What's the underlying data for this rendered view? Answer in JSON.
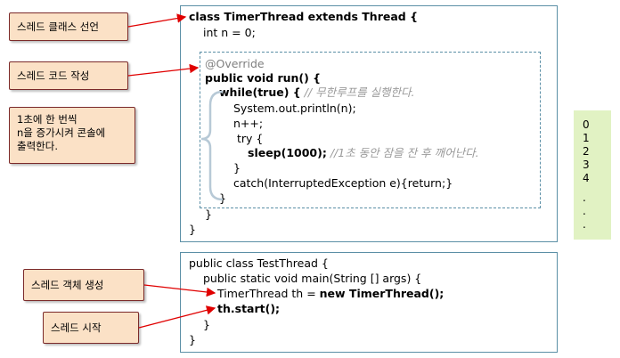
{
  "labels": {
    "thread_class_decl": "스레드 클래스 선언",
    "thread_code": "스레드 코드 작성",
    "loop_note": [
      "1초에 한 번씩",
      "n을 증가시켜 콘솔에",
      "출력한다."
    ],
    "create_object": "스레드 객체 생성",
    "start_thread": "스레드 시작"
  },
  "code1": {
    "class_decl": "class TimerThread extends Thread {",
    "field": "int n = 0;",
    "annotation": "@Override",
    "run_decl": "public void run() {",
    "while_kw": "while(true) {",
    "while_comment": "// 무한루프를 실행한다.",
    "println": "System.out.println(n);",
    "increment": "n++;",
    "try_open": "try {",
    "sleep_call": "sleep(1000);",
    "sleep_comment": "//1초 동안 잠을 잔 후 깨어난다.",
    "close_brace": "}",
    "catch_line": "catch(InterruptedException e){return;}"
  },
  "code2": {
    "class_decl": "public class TestThread {",
    "main_decl": "public static void main(String [] args) {",
    "create_prefix": "TimerThread th = ",
    "create_new": "new TimerThread();",
    "start_call": "th.start();",
    "close_brace": "}"
  },
  "output": {
    "lines": [
      "0",
      "1",
      "2",
      "3",
      "4",
      ".",
      ".",
      "."
    ]
  },
  "colors": {
    "label_fill": "#fbe1c6",
    "label_border": "#7b2a2a",
    "arrow": "#e00000",
    "box_border": "#5b8fa6",
    "output_fill": "#e1f2c3"
  }
}
